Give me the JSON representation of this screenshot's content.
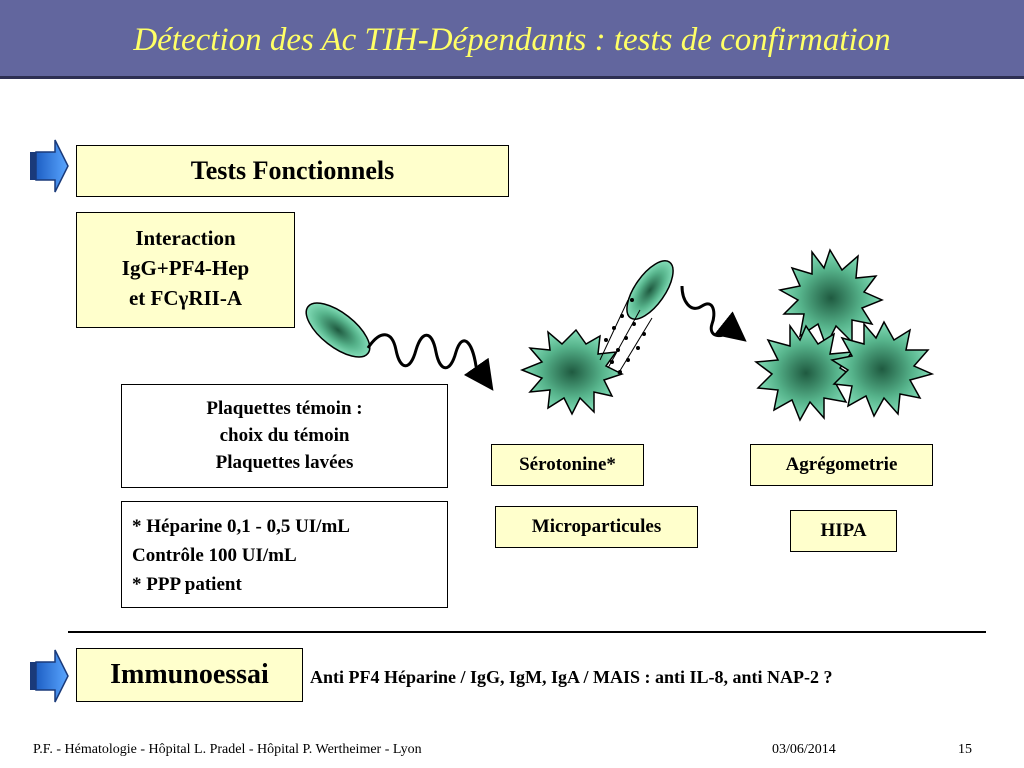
{
  "slide": {
    "title": "Détection des Ac TIH-Dépendants : tests de confirmation"
  },
  "boxes": {
    "tests_fonctionnels": "Tests Fonctionnels",
    "interaction_lines": [
      "Interaction",
      "IgG+PF4-Hep",
      "et FCγRII-A"
    ],
    "plaquettes_lines": [
      "Plaquettes témoin :",
      "choix du témoin",
      "Plaquettes lavées"
    ],
    "heparine_lines": [
      "* Héparine 0,1 - 0,5 UI/mL",
      "Contrôle 100 UI/mL",
      "* PPP patient"
    ],
    "serotonine": "Sérotonine*",
    "agregometrie": "Agrégometrie",
    "microparticules": "Microparticules",
    "hipa": "HIPA",
    "immunoessai": "Immunoessai"
  },
  "immuno_text": "Anti PF4 Héparine / IgG, IgM, IgA / MAIS : anti IL-8, anti  NAP-2 ?",
  "footer": {
    "left": "P.F. - Hématologie - Hôpital L. Pradel - Hôpital P. Wertheimer - Lyon",
    "date": "03/06/2014",
    "page": "15"
  },
  "colors": {
    "header_bg": "#62669e",
    "title_text": "#ffff66",
    "box_yellow": "#ffffcc",
    "arrow_blue": "#3a8cf0",
    "cell_green": "#7fe0b8"
  },
  "icons": [
    "block-arrow-icon",
    "platelet-icon",
    "activated-platelet-icon",
    "aggregated-platelets-icon",
    "wavy-arrow-icon"
  ]
}
